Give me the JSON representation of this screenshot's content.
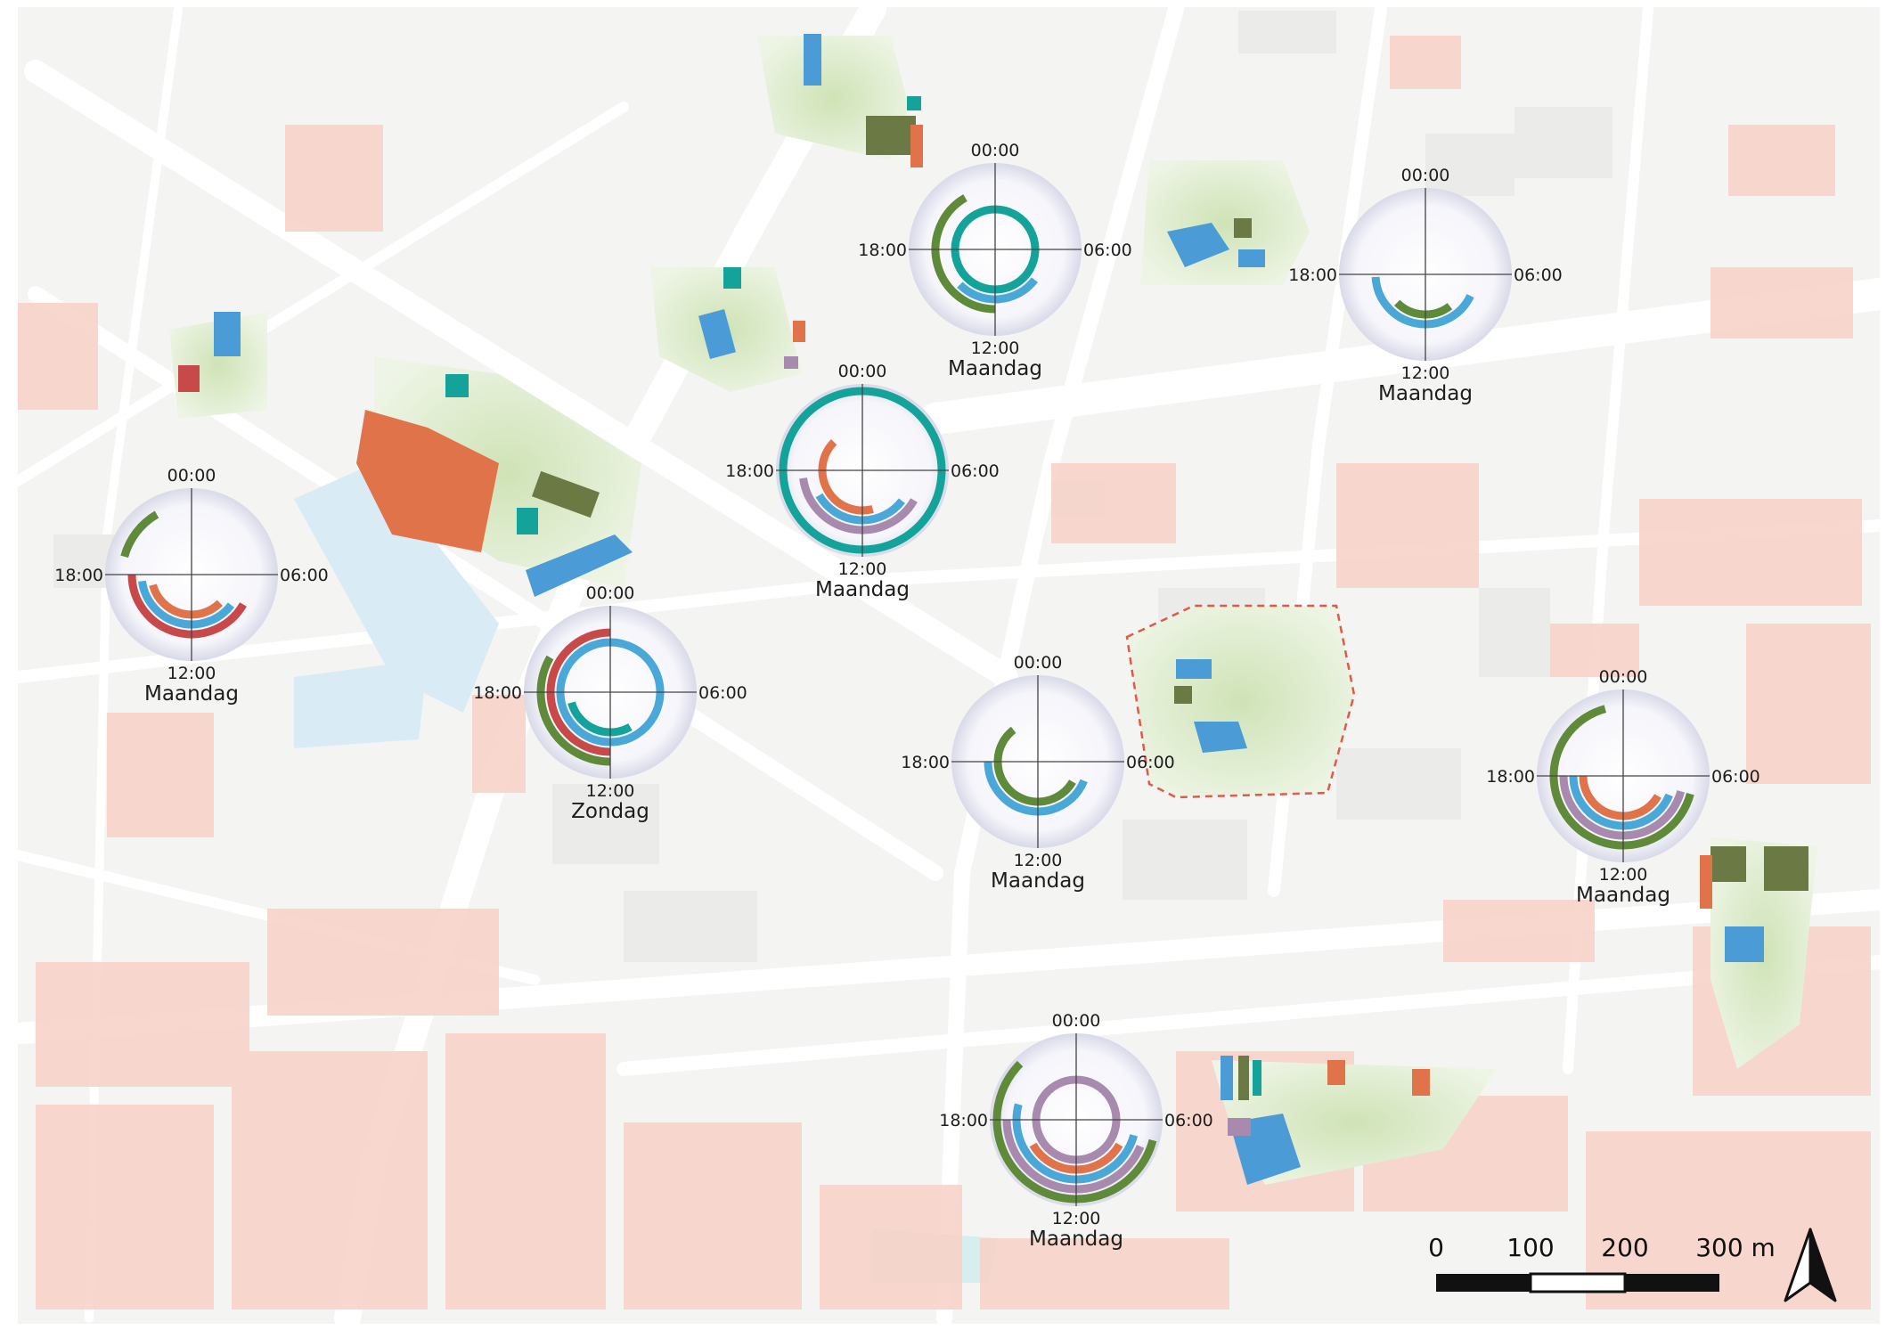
{
  "colors": {
    "green": "#5e8a3a",
    "teal": "#14a39a",
    "blue": "#4aa8d8",
    "orange": "#e0734a",
    "red": "#c8494a",
    "purple": "#a78aad",
    "olive": "#6b7a44",
    "building": "#f7c8bd",
    "park": "#dbeacb"
  },
  "clocks": [
    {
      "id": "clock-top-center",
      "labels": {
        "top": "00:00",
        "right": "06:00",
        "bottom": "12:00",
        "left": "18:00"
      },
      "day": "Maandag",
      "rings": [
        {
          "color": "teal",
          "start": 0,
          "end": 24,
          "level": 0
        },
        {
          "color": "blue",
          "start": 8.5,
          "end": 15,
          "level": 1
        },
        {
          "color": "green",
          "start": 12,
          "end": 22,
          "level": 2
        }
      ]
    },
    {
      "id": "clock-top-right",
      "labels": {
        "top": "00:00",
        "right": "06:00",
        "bottom": "12:00",
        "left": "18:00"
      },
      "day": "Maandag",
      "rings": [
        {
          "color": "green",
          "start": 9.5,
          "end": 15,
          "level": 0
        },
        {
          "color": "blue",
          "start": 7.7,
          "end": 17.8,
          "level": 1
        }
      ]
    },
    {
      "id": "clock-mid-left",
      "labels": {
        "top": "00:00",
        "right": "06:00",
        "bottom": "12:00",
        "left": "18:00"
      },
      "day": "Maandag",
      "rings": [
        {
          "color": "teal",
          "start": 0,
          "end": 24,
          "level": 4
        },
        {
          "color": "orange",
          "start": 11,
          "end": 21,
          "level": 0
        },
        {
          "color": "blue",
          "start": 8.5,
          "end": 16,
          "level": 1
        },
        {
          "color": "purple",
          "start": 8,
          "end": 17.5,
          "level": 2
        }
      ]
    },
    {
      "id": "clock-left",
      "labels": {
        "top": "00:00",
        "right": "06:00",
        "bottom": "12:00",
        "left": "18:00"
      },
      "day": "Maandag",
      "rings": [
        {
          "color": "green",
          "start": 19,
          "end": 22,
          "level": 3
        },
        {
          "color": "orange",
          "start": 9,
          "end": 17,
          "level": 0
        },
        {
          "color": "blue",
          "start": 8.5,
          "end": 17.5,
          "level": 1
        },
        {
          "color": "red",
          "start": 8,
          "end": 18,
          "level": 2
        }
      ]
    },
    {
      "id": "clock-zondag",
      "labels": {
        "top": "00:00",
        "right": "06:00",
        "bottom": "12:00",
        "left": "18:00"
      },
      "day": "Zondag",
      "rings": [
        {
          "color": "teal",
          "start": 10,
          "end": 17,
          "level": 0
        },
        {
          "color": "blue",
          "start": 0,
          "end": 24,
          "level": 1
        },
        {
          "color": "red",
          "start": 12,
          "end": 24,
          "level": 2
        },
        {
          "color": "green",
          "start": 12,
          "end": 20,
          "level": 3
        }
      ]
    },
    {
      "id": "clock-center",
      "labels": {
        "top": "00:00",
        "right": "06:00",
        "bottom": "12:00",
        "left": "18:00"
      },
      "day": "Maandag",
      "rings": [
        {
          "color": "green",
          "start": 8,
          "end": 21.5,
          "level": 0
        },
        {
          "color": "blue",
          "start": 7.5,
          "end": 18,
          "level": 1
        }
      ]
    },
    {
      "id": "clock-right",
      "labels": {
        "top": "00:00",
        "right": "06:00",
        "bottom": "12:00",
        "left": "18:00"
      },
      "day": "Maandag",
      "rings": [
        {
          "color": "orange",
          "start": 8,
          "end": 18,
          "level": 0
        },
        {
          "color": "blue",
          "start": 7.5,
          "end": 18,
          "level": 1
        },
        {
          "color": "purple",
          "start": 7,
          "end": 18,
          "level": 2
        },
        {
          "color": "green",
          "start": 7,
          "end": 23,
          "level": 3
        }
      ]
    },
    {
      "id": "clock-bottom",
      "labels": {
        "top": "00:00",
        "right": "06:00",
        "bottom": "12:00",
        "left": "18:00"
      },
      "day": "Maandag",
      "rings": [
        {
          "color": "purple",
          "start": 0,
          "end": 24,
          "level": 0
        },
        {
          "color": "orange",
          "start": 8,
          "end": 16,
          "level": 1
        },
        {
          "color": "blue",
          "start": 7,
          "end": 19,
          "level": 2
        },
        {
          "color": "purple",
          "start": 7.5,
          "end": 18,
          "level": 3
        },
        {
          "color": "green",
          "start": 7,
          "end": 21,
          "level": 4
        }
      ]
    }
  ],
  "scale_bar": {
    "labels": [
      "0",
      "100",
      "200",
      "300 m"
    ]
  },
  "north_arrow": {
    "icon": "north-arrow-icon"
  }
}
